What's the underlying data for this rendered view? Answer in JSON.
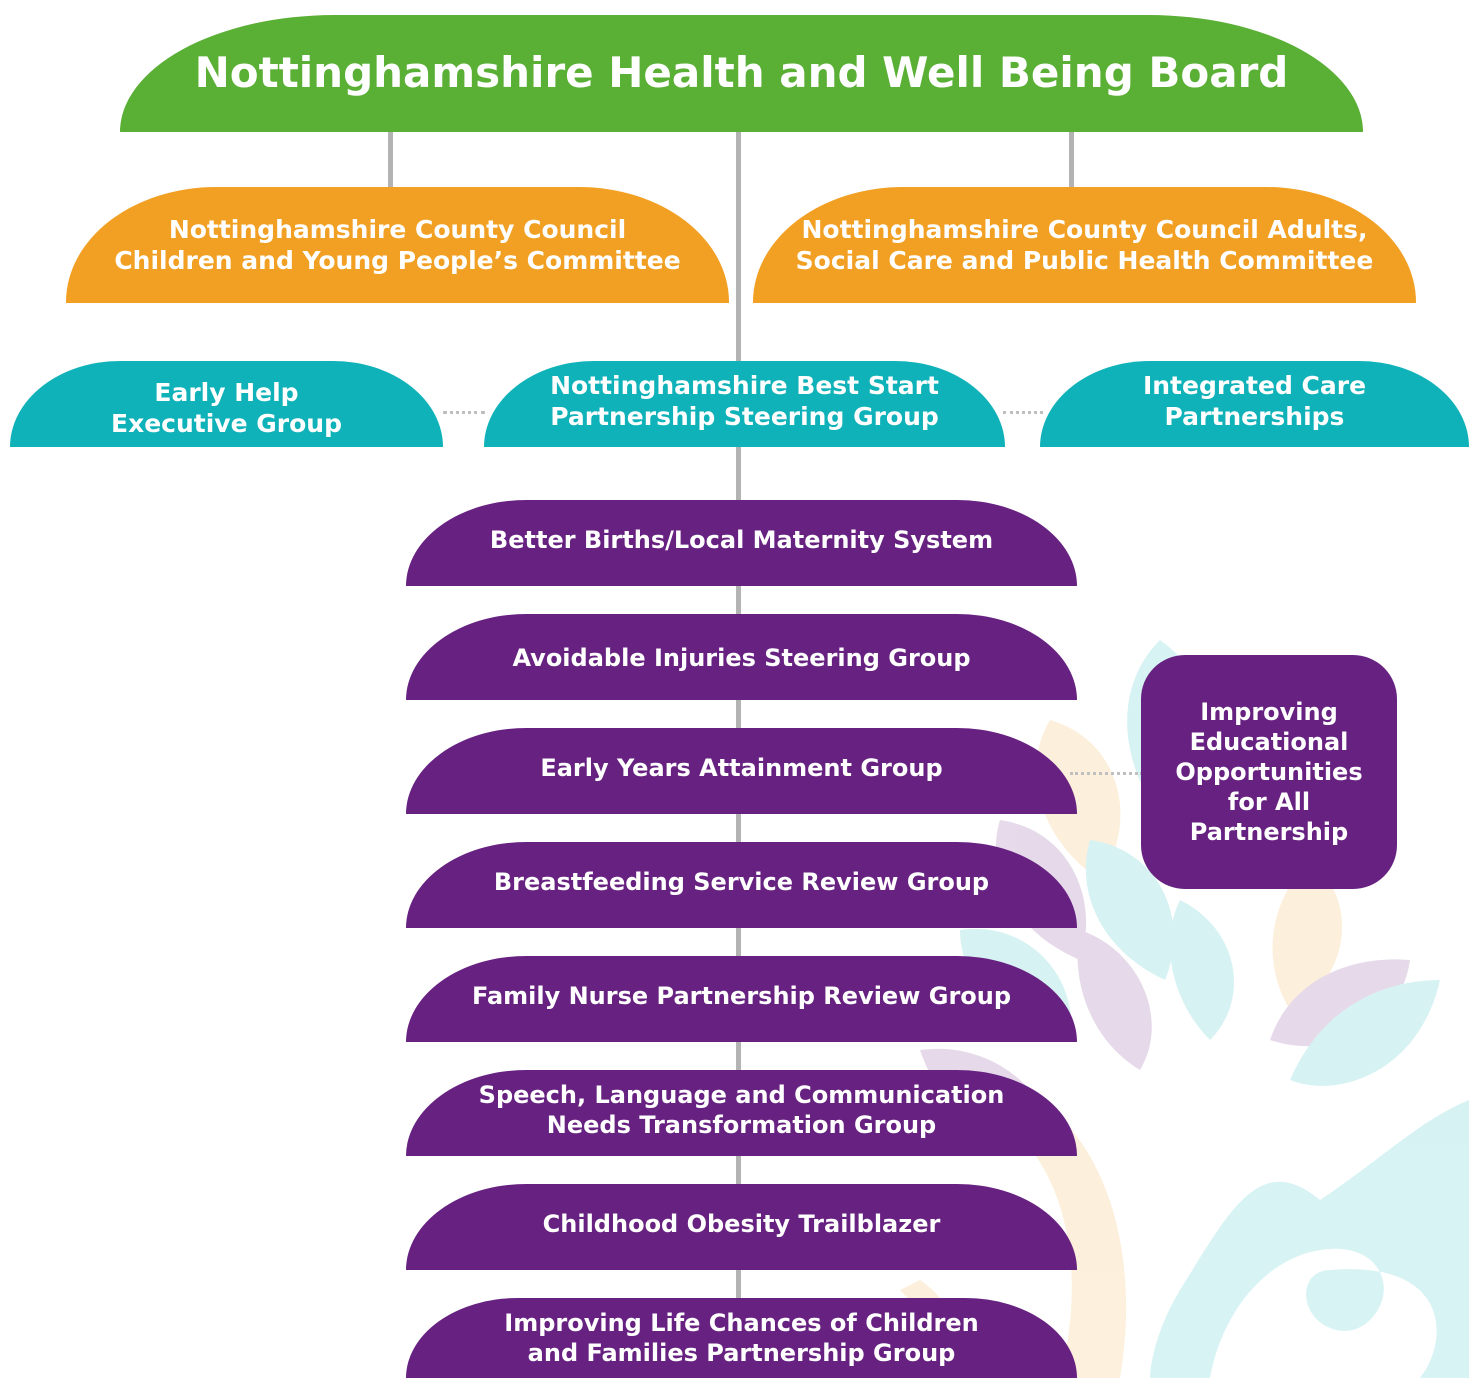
{
  "colors": {
    "board": "#5aaf35",
    "committee": "#f2a024",
    "partnership": "#0fb2b8",
    "subgroup": "#672281",
    "connector": "#b3b3b3"
  },
  "board": {
    "title": "Nottinghamshire Health and Well Being Board"
  },
  "committees": {
    "children": "Nottinghamshire County Council\nChildren and Young People’s Committee",
    "adults": "Nottinghamshire County Council Adults,\nSocial Care and Public Health Committee"
  },
  "partnerships": {
    "early_help": "Early Help\nExecutive Group",
    "best_start": "Nottinghamshire Best Start\nPartnership Steering Group",
    "integrated_care": "Integrated Care\nPartnerships"
  },
  "subgroups": [
    "Better Births/Local Maternity System",
    "Avoidable Injuries Steering Group",
    "Early Years Attainment Group",
    "Breastfeeding Service Review Group",
    "Family Nurse Partnership Review Group",
    "Speech, Language and Communication\nNeeds Transformation Group",
    "Childhood Obesity Trailblazer",
    "Improving Life Chances of Children\nand Families Partnership Group"
  ],
  "side_partnership": "Improving\nEducational\nOpportunities\nfor All\nPartnership"
}
